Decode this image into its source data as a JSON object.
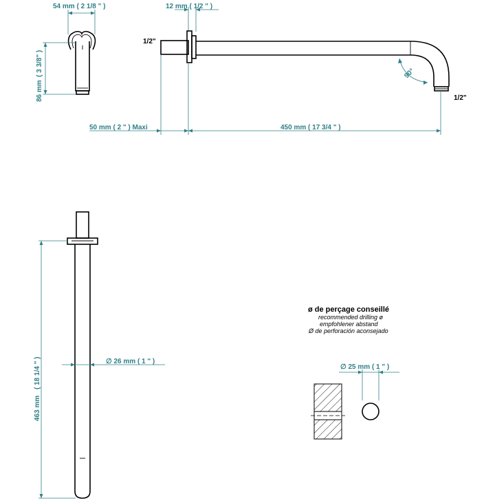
{
  "colors": {
    "dimension": "#2f7f87",
    "outline": "#000000",
    "background": "#ffffff"
  },
  "top_view": {
    "width_dim": "54 mm ( 2 1/8 \" )",
    "height_upper_dim": "( 3 3/8\" )",
    "height_lower_dim": "86 mm",
    "flange_dim": "12 mm ( 1/2 \" )",
    "thread_left": "1/2\"",
    "thread_right": "1/2\"",
    "angle": "90°",
    "wall_dim": "50 mm ( 2 \" )  Maxi",
    "arm_dim": "450 mm ( 17 3/4 \" )"
  },
  "vertical_view": {
    "length_lower_dim": "463 mm",
    "length_upper_dim": "( 18 1/4 \" )",
    "diameter_dim": "∅ 26 mm ( 1 \" )"
  },
  "drilling": {
    "title": "ø de perçage conseillé",
    "line_en": "recommended drilling ø",
    "line_de": "empfohlener abstand",
    "line_es": "Ø de perforación aconsejado",
    "diameter_dim": "∅ 25 mm ( 1 \" )"
  }
}
